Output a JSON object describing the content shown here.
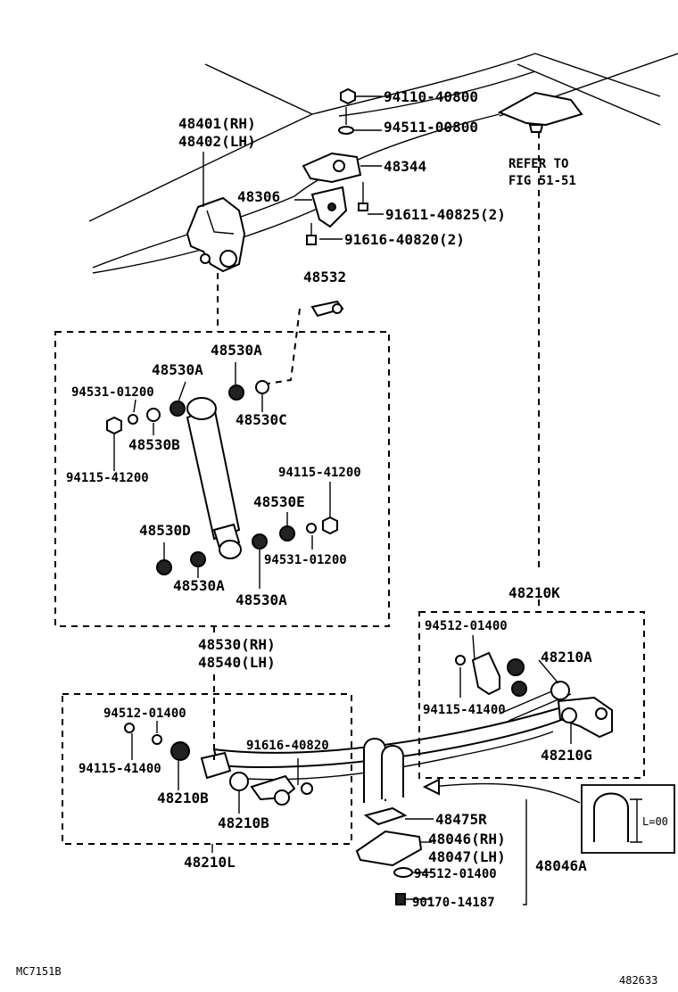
{
  "labels": {
    "p94110": "94110-40800",
    "p94511": "94511-00800",
    "p48401": "48401(RH)",
    "p48402": "48402(LH)",
    "p48344": "48344",
    "refer1": "REFER TO",
    "refer2": "FIG 51-51",
    "p48306": "48306",
    "p91611": "91611-40825(2)",
    "p91616a": "91616-40820(2)",
    "p48532": "48532",
    "p48530A_top": "48530A",
    "p48530A_left": "48530A",
    "p94531_top": "94531-01200",
    "p48530C": "48530C",
    "p48530B": "48530B",
    "p94115_left": "94115-41200",
    "p94115_right": "94115-41200",
    "p48530E": "48530E",
    "p48530D": "48530D",
    "p94531_right": "94531-01200",
    "p48530A_bl": "48530A",
    "p48530A_br": "48530A",
    "p48530RH": "48530(RH)",
    "p48540LH": "48540(LH)",
    "p48210K": "48210K",
    "p94512_k": "94512-01400",
    "p48210A": "48210A",
    "p94115_k": "94115-41400",
    "p48210G": "48210G",
    "p94512_l": "94512-01400",
    "p94115_l": "94115-41400",
    "p91616b": "91616-40820",
    "p48210B_a": "48210B",
    "p48210B_b": "48210B",
    "p48210L": "48210L",
    "p48475R": "48475R",
    "p48046RH": "48046(RH)",
    "p48047LH": "48047(LH)",
    "p48046A": "48046A",
    "p94512_b": "94512-01400",
    "p90170": "90170-14187",
    "dimL": "L=00",
    "code_left": "MC7151B",
    "code_right": "482633"
  }
}
